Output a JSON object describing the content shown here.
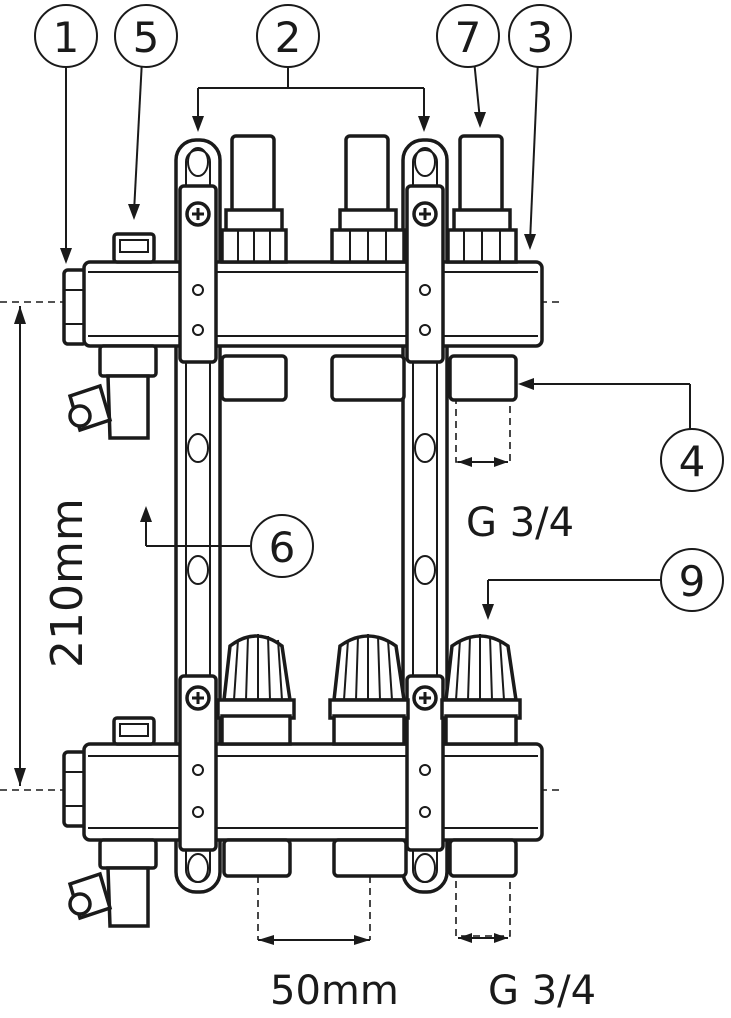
{
  "callouts": {
    "c1": "1",
    "c5": "5",
    "c2": "2",
    "c7": "7",
    "c3": "3",
    "c4": "4",
    "c6": "6",
    "c9": "9"
  },
  "dimensions": {
    "height": "210mm",
    "spacing": "50mm",
    "thread_top": "G 3/4",
    "thread_bottom": "G 3/4"
  }
}
